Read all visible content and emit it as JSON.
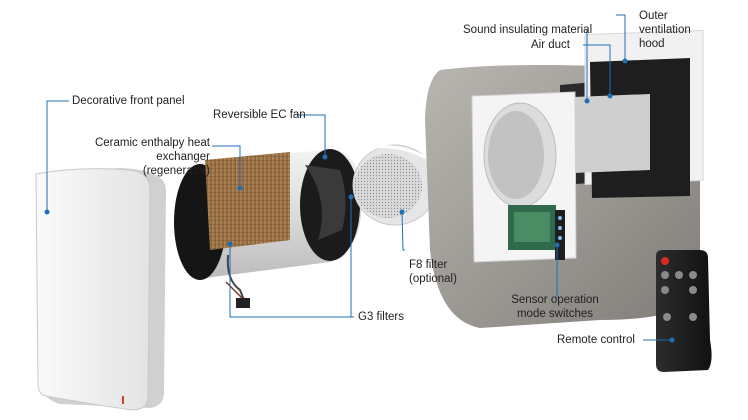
{
  "labels": {
    "front_panel": "Decorative front panel",
    "heat_exchanger": "Ceramic enthalpy heat exchanger\n(regenerator)",
    "ec_fan": "Reversible EC fan",
    "f8_filter": "F8 filter\n(optional)",
    "g3_filters": "G3 filters",
    "sound_insulating": "Sound insulating material",
    "air_duct": "Air duct",
    "outer_hood": "Outer\nventilation\nhood",
    "sensor_switches": "Sensor operation\nmode switches",
    "remote_control": "Remote control"
  },
  "colors": {
    "accent": "#1f6fb5",
    "leader": "#1f6fb5",
    "text": "#222222"
  }
}
